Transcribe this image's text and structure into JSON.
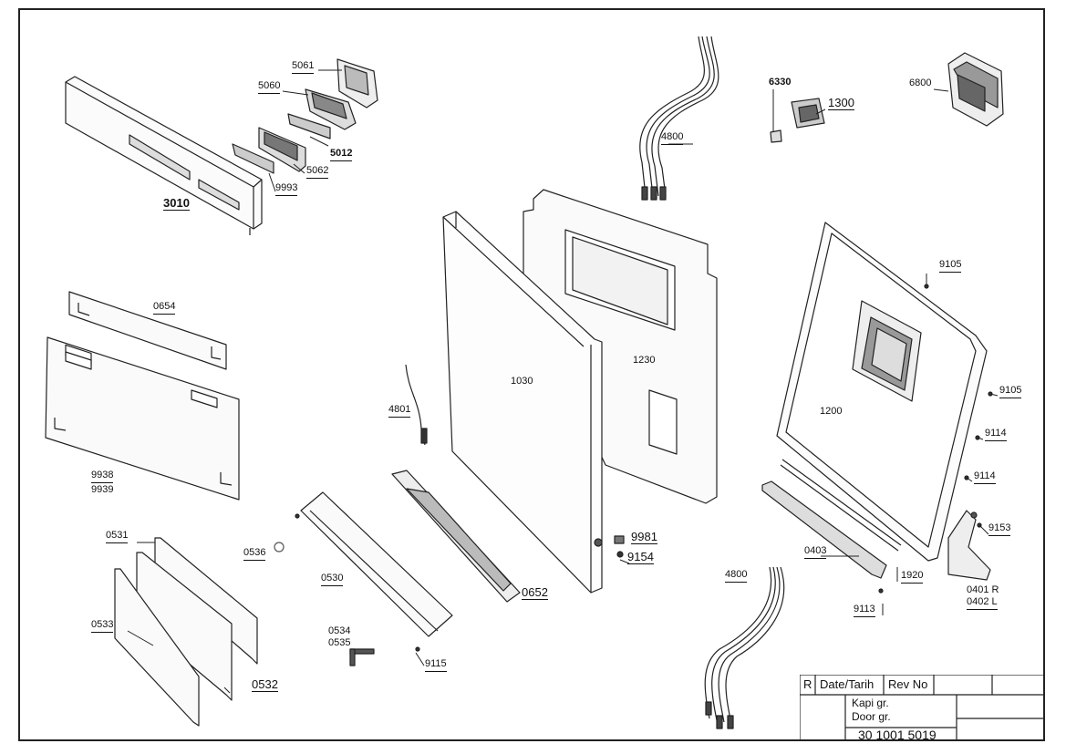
{
  "parts": [
    {
      "id": "p5061",
      "text": "5061"
    },
    {
      "id": "p5060",
      "text": "5060"
    },
    {
      "id": "p5012",
      "text": "5012"
    },
    {
      "id": "p5062",
      "text": "5062"
    },
    {
      "id": "p9993",
      "text": "9993"
    },
    {
      "id": "p3010",
      "text": "3010"
    },
    {
      "id": "p4800a",
      "text": "4800"
    },
    {
      "id": "p6330",
      "text": "6330"
    },
    {
      "id": "p1300",
      "text": "1300"
    },
    {
      "id": "p6800",
      "text": "6800"
    },
    {
      "id": "p0654",
      "text": "0654"
    },
    {
      "id": "p9938",
      "text": "9938"
    },
    {
      "id": "p9939",
      "text": "9939"
    },
    {
      "id": "p4801",
      "text": "4801"
    },
    {
      "id": "p1030",
      "text": "1030"
    },
    {
      "id": "p1230",
      "text": "1230"
    },
    {
      "id": "p9105a",
      "text": "9105"
    },
    {
      "id": "p9105b",
      "text": "9105"
    },
    {
      "id": "p1200",
      "text": "1200"
    },
    {
      "id": "p9114a",
      "text": "9114"
    },
    {
      "id": "p9114b",
      "text": "9114"
    },
    {
      "id": "p0531",
      "text": "0531"
    },
    {
      "id": "p0536",
      "text": "0536"
    },
    {
      "id": "p0530",
      "text": "0530"
    },
    {
      "id": "p0652",
      "text": "0652"
    },
    {
      "id": "p9981",
      "text": "9981"
    },
    {
      "id": "p9154",
      "text": "9154"
    },
    {
      "id": "p9153",
      "text": "9153"
    },
    {
      "id": "p0403",
      "text": "0403"
    },
    {
      "id": "p1920",
      "text": "1920"
    },
    {
      "id": "p4800b",
      "text": "4800"
    },
    {
      "id": "p9113",
      "text": "9113"
    },
    {
      "id": "p0401",
      "text": "0401 R"
    },
    {
      "id": "p0402",
      "text": "0402 L"
    },
    {
      "id": "p0533",
      "text": "0533"
    },
    {
      "id": "p0534",
      "text": "0534"
    },
    {
      "id": "p0535",
      "text": "0535"
    },
    {
      "id": "p9115",
      "text": "9115"
    },
    {
      "id": "p0532",
      "text": "0532"
    }
  ],
  "title_block": {
    "r": "R",
    "date": "Date/Tarih",
    "rev": "Rev No",
    "name_tr": "Kapi gr.",
    "name_en": "Door gr.",
    "drawing_no": "30 1001 5019"
  }
}
